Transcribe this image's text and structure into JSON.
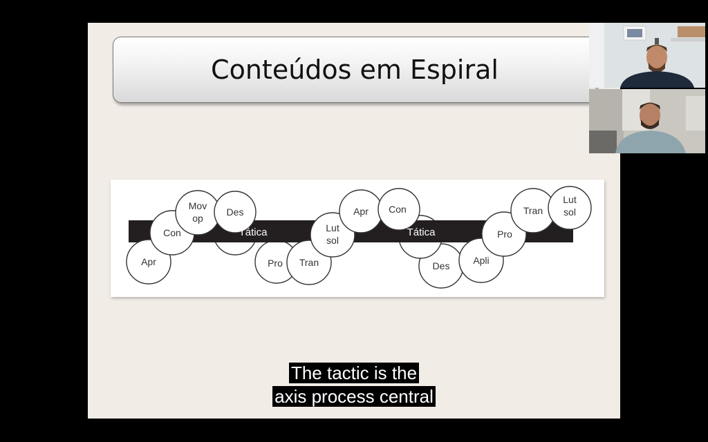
{
  "slide": {
    "title": "Conteúdos em Espiral",
    "bar_labels": [
      "Tática",
      "Tática"
    ],
    "circle_labels": {
      "c1": "Apr",
      "c2": "Con",
      "c3": [
        "Mov",
        "op"
      ],
      "c4": "Des",
      "c5": "Pro",
      "c6": "Tran",
      "c7": [
        "Lut",
        "sol"
      ],
      "c8": "Apr",
      "c9": "Con",
      "c10": "Des",
      "c11": "Apli",
      "c12": "Pro",
      "c13": "Tran",
      "c14": [
        "Lut",
        "sol"
      ]
    }
  },
  "captions": {
    "line1": "The tactic is the",
    "line2": "axis process central"
  }
}
